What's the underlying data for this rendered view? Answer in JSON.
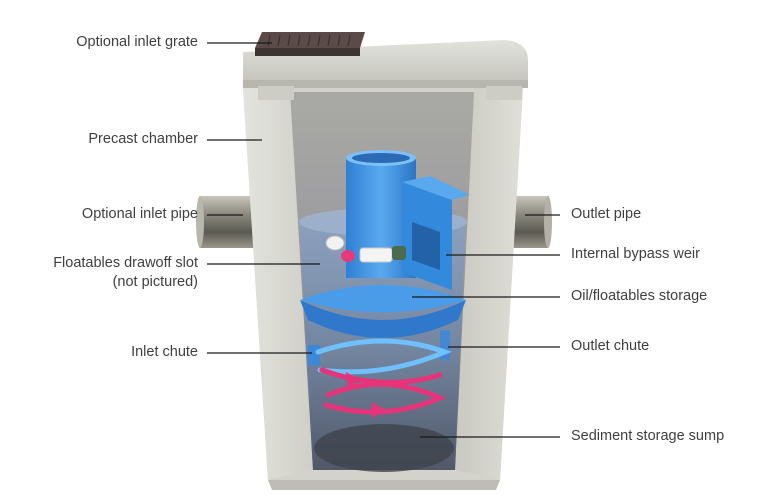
{
  "labels": {
    "left": {
      "inlet_grate": "Optional inlet grate",
      "precast_chamber": "Precast chamber",
      "inlet_pipe": "Optional inlet pipe",
      "drawoff_slot_line1": "Floatables drawoff slot",
      "drawoff_slot_line2": "(not pictured)",
      "inlet_chute": "Inlet chute"
    },
    "right": {
      "outlet_pipe": "Outlet pipe",
      "bypass_weir": "Internal bypass weir",
      "oil_storage": "Oil/floatables storage",
      "outlet_chute": "Outlet chute",
      "sediment_sump": "Sediment storage sump"
    }
  },
  "colors": {
    "label_text": "#3f3f3f",
    "leader_line": "#1a1a1a",
    "concrete": "#d6d6d0",
    "insert_blue": "#3d8fe0",
    "flow_arrow": "#e8337a",
    "water": "#7e97b4"
  }
}
